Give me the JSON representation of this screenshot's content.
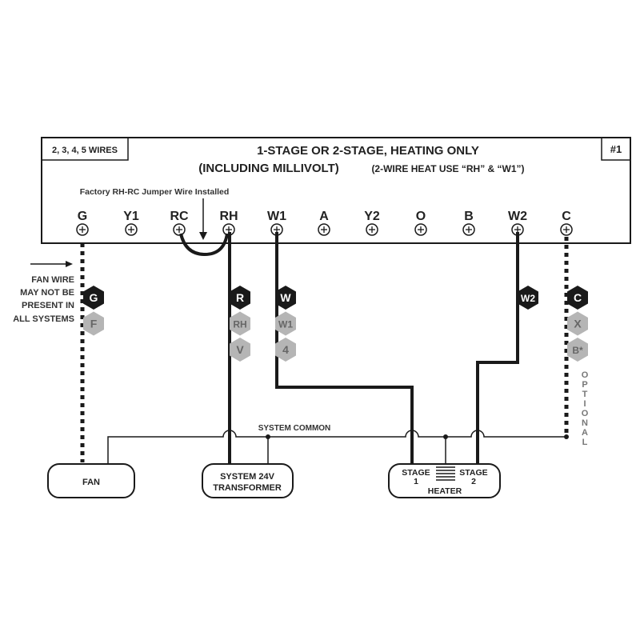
{
  "header": {
    "wires": "2, 3, 4, 5 WIRES",
    "title_line1": "1-STAGE OR 2-STAGE, HEATING ONLY",
    "title_line2a": "(INCLUDING MILLIVOLT)",
    "title_line2b": "(2-WIRE HEAT USE “RH” & “W1”)",
    "number": "#1"
  },
  "jumper_note": "Factory RH-RC Jumper Wire Installed",
  "terminals": [
    "G",
    "Y1",
    "RC",
    "RH",
    "W1",
    "A",
    "Y2",
    "O",
    "B",
    "W2",
    "C"
  ],
  "fan_note": [
    "FAN WIRE",
    "MAY NOT BE",
    "PRESENT IN",
    "ALL SYSTEMS"
  ],
  "badges": {
    "g": {
      "primary": "G",
      "alts": [
        "F"
      ]
    },
    "r": {
      "primary": "R",
      "alts": [
        "RH",
        "V"
      ]
    },
    "w": {
      "primary": "W",
      "alts": [
        "W1",
        "4"
      ]
    },
    "w2": {
      "primary": "W2",
      "alts": []
    },
    "c": {
      "primary": "C",
      "alts": [
        "X",
        "B*"
      ]
    }
  },
  "optional": "OPTIONAL",
  "system_common": "SYSTEM COMMON",
  "devices": {
    "fan": "FAN",
    "transformer_1": "SYSTEM 24V",
    "transformer_2": "TRANSFORMER",
    "stage1": "STAGE",
    "stage1_num": "1",
    "stage2": "STAGE",
    "stage2_num": "2",
    "heater": "HEATER"
  },
  "colors": {
    "line": "#1a1a1a",
    "badge_primary": "#1a1a1a",
    "badge_alt": "#b5b5b5"
  }
}
